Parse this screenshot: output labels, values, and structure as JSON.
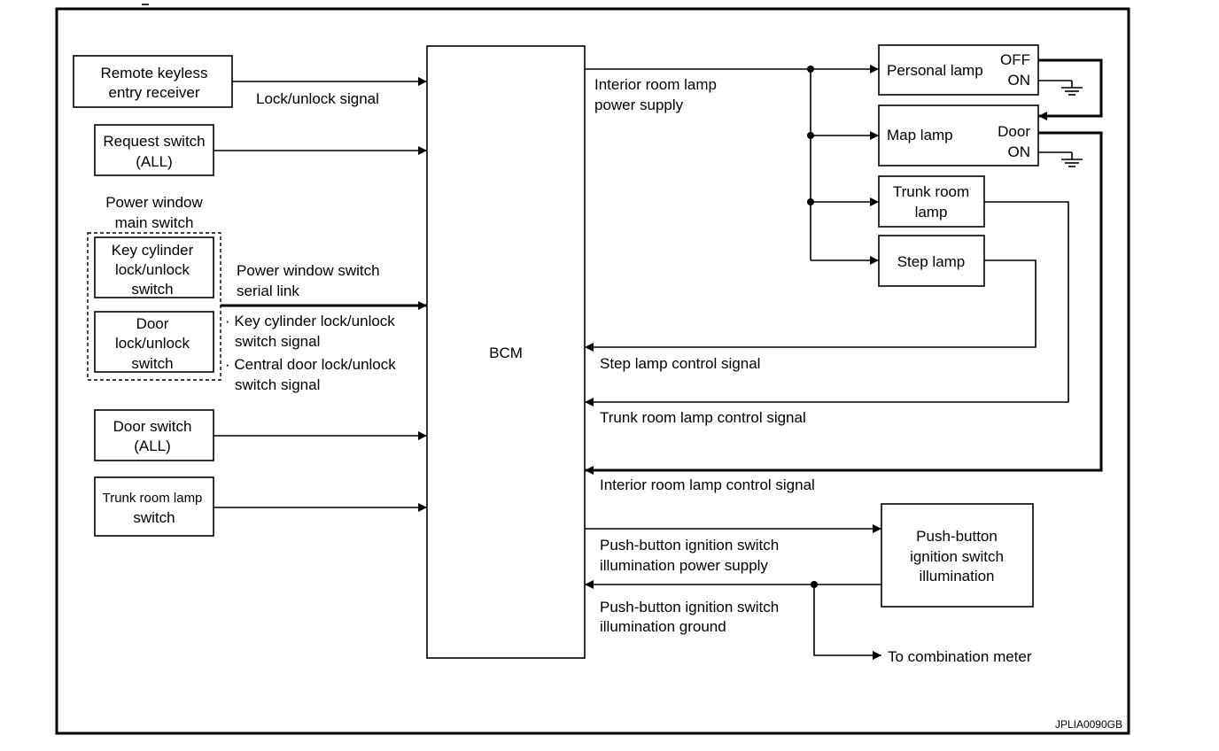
{
  "diagram": {
    "nodes": {
      "remote_keyless": [
        "Remote keyless",
        "entry receiver"
      ],
      "request_switch": [
        "Request switch",
        "(ALL)"
      ],
      "power_window_main_switch": [
        "Power window",
        "main switch"
      ],
      "key_cylinder": [
        "Key cylinder",
        "lock/unlock",
        "switch"
      ],
      "door_lock": [
        "Door",
        "lock/unlock",
        "switch"
      ],
      "door_switch": [
        "Door switch",
        "(ALL)"
      ],
      "trunk_room_lamp_switch": [
        "Trunk room lamp",
        "switch"
      ],
      "bcm": "BCM",
      "personal_lamp": "Personal lamp",
      "personal_lamp_off": "OFF",
      "personal_lamp_on": "ON",
      "map_lamp": "Map lamp",
      "map_lamp_door": "Door",
      "map_lamp_on": "ON",
      "trunk_room_lamp": [
        "Trunk room",
        "lamp"
      ],
      "step_lamp": "Step lamp",
      "push_button_illumination": [
        "Push-button",
        "ignition switch",
        "illumination"
      ]
    },
    "signals": {
      "lock_unlock": "Lock/unlock signal",
      "pw_serial_link": [
        "Power window switch",
        "serial link"
      ],
      "key_cyl_signal": [
        "· Key cylinder lock/unlock",
        "switch signal"
      ],
      "central_door_signal": [
        "· Central door lock/unlock",
        "switch signal"
      ],
      "interior_power": [
        "Interior room lamp",
        "power supply"
      ],
      "step_lamp_control": "Step lamp control signal",
      "trunk_lamp_control": "Trunk room lamp control signal",
      "interior_lamp_control": "Interior room lamp control signal",
      "illum_power": [
        "Push-button ignition switch",
        "illumination power supply"
      ],
      "illum_ground": [
        "Push-button ignition switch",
        "illumination ground"
      ],
      "to_combination_meter": "To combination meter"
    },
    "figure_id": "JPLIA0090GB"
  }
}
